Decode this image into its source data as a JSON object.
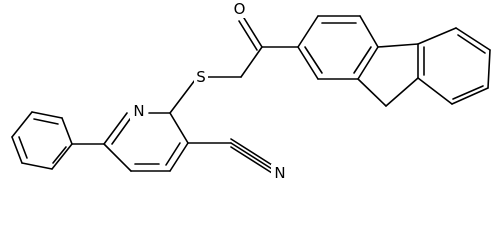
{
  "molecule": {
    "atom_labels": {
      "oxygen": "O",
      "sulfur": "S",
      "pyridine_nitrogen": "N",
      "nitrile_nitrogen": "N"
    }
  },
  "colors": {
    "bond": "#000000",
    "background": "#ffffff"
  }
}
